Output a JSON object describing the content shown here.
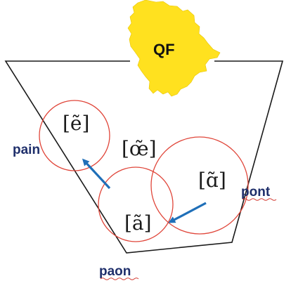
{
  "map_label": "QF",
  "vowels": {
    "front": "[ẽ]",
    "rounded": "[œ̃]",
    "low": "[ã]",
    "back": "[ɑ̃]"
  },
  "words": {
    "pain": "pain",
    "pont": "pont",
    "paon": "paon"
  },
  "colors": {
    "map": "#FFE11F",
    "circle": "#E0463A",
    "arrow": "#1F6FB8",
    "word": "#1F2F6B",
    "underline": "#D2342B"
  }
}
